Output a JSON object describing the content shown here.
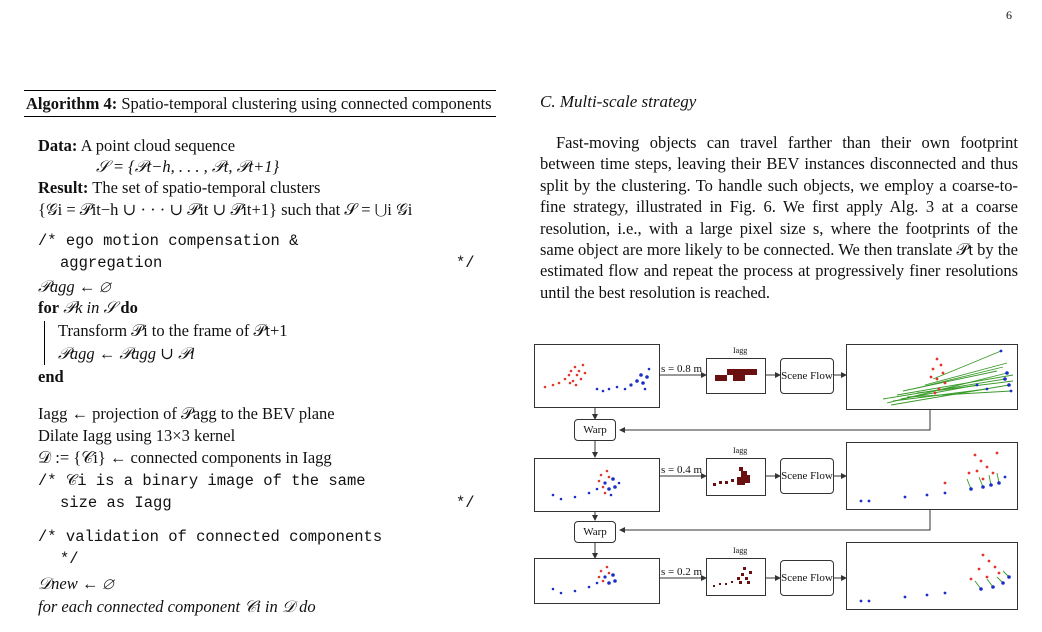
{
  "page_number": "6",
  "algorithm": {
    "label": "Algorithm 4:",
    "title": "Spatio-temporal clustering using connected components",
    "data_label": "Data:",
    "data_text": "A point cloud sequence",
    "data_formula": "𝒮 = {𝒫t−h, . . . , 𝒫t, 𝒫t+1}",
    "result_label": "Result:",
    "result_text": "The set of spatio-temporal clusters",
    "result_formula": "{𝒢i = 𝒫it−h ∪ · · · ∪ 𝒫it ∪ 𝒫it+1} such that 𝒮 = ⋃i 𝒢i",
    "comment1_a": "/* ego motion compensation &",
    "comment1_b": "aggregation",
    "init_agg": "𝒫agg ← ∅",
    "for1_kw": "for",
    "for1_cond": "𝒫k in 𝒮",
    "do_kw": "do",
    "body1": "Transform 𝒫i to the frame of 𝒫t+1",
    "body2": "𝒫agg ← 𝒫agg ∪ 𝒫i",
    "end_kw": "end",
    "proj": "Iagg ← projection of 𝒫agg to the BEV plane",
    "dilate": "Dilate Iagg using 13×3 kernel",
    "cc": "𝒟 := {𝒞i} ← connected components in Iagg",
    "comment2_a": "/* 𝒞i is a binary image of the same",
    "comment2_b": "size as Iagg",
    "comment3_a": "/* validation of connected components",
    "comment3_b": "*/",
    "comment_end": "*/",
    "init_new": "𝒟new ← ∅",
    "for2": "for each connected component 𝒞i in 𝒟 do"
  },
  "section": {
    "title": "C. Multi-scale strategy",
    "paragraph": "Fast-moving objects can travel farther than their own footprint between time steps, leaving their BEV instances disconnected and thus split by the clustering. To handle such objects, we employ a coarse-to-fine strategy, illustrated in Fig. 6. We first apply Alg. 3 at a coarse resolution, i.e., with a large pixel size s, where the footprints of the same object are more likely to be connected. We then translate 𝒫t by the estimated flow and repeat the process at progressively finer resolutions until the best resolution is reached."
  },
  "figure": {
    "rows": [
      {
        "scale": "s = 0.8 m"
      },
      {
        "scale": "s = 0.4 m"
      },
      {
        "scale": "s = 0.2 m"
      }
    ],
    "iagg_label": "Iagg",
    "scene_flow_label": "Scene Flow",
    "warp_label": "Warp",
    "colors": {
      "red": "#e0362b",
      "blue": "#1a2fc8",
      "green": "#3a9a2a",
      "dark": "#6b1010"
    }
  }
}
